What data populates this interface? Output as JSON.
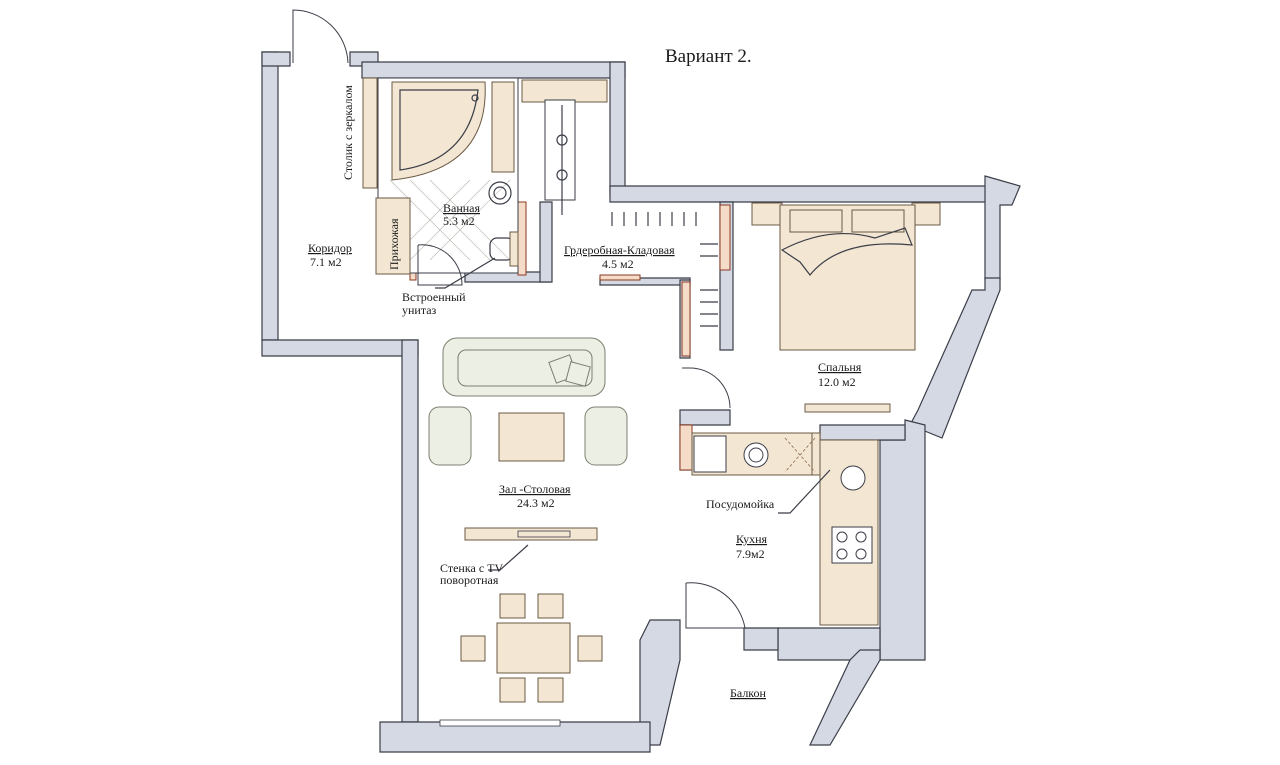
{
  "title": "Вариант 2.",
  "rooms": {
    "corridor": {
      "name": "Коридор",
      "area": "7.1 м2"
    },
    "bathroom": {
      "name": "Ванная",
      "area": "5.3 м2"
    },
    "wardrobe": {
      "name": "Грдеробная-Кладовая",
      "area": "4.5 м2"
    },
    "bedroom": {
      "name": "Спальня",
      "area": "12.0 м2"
    },
    "hall": {
      "name": "Зал -Столовая",
      "area": "24.3 м2"
    },
    "kitchen": {
      "name": "Кухня",
      "area": "7.9м2"
    },
    "balcony": {
      "name": "Балкон"
    }
  },
  "annotations": {
    "mirror_table": "Столик с зеркалом",
    "entry_closet": "Прихожая",
    "toilet_line1": "Встроенный",
    "toilet_line2": "унитаз",
    "dishwasher": "Посудомойка",
    "tv_line1": "Стенка с TV",
    "tv_line2": "поворотная"
  }
}
